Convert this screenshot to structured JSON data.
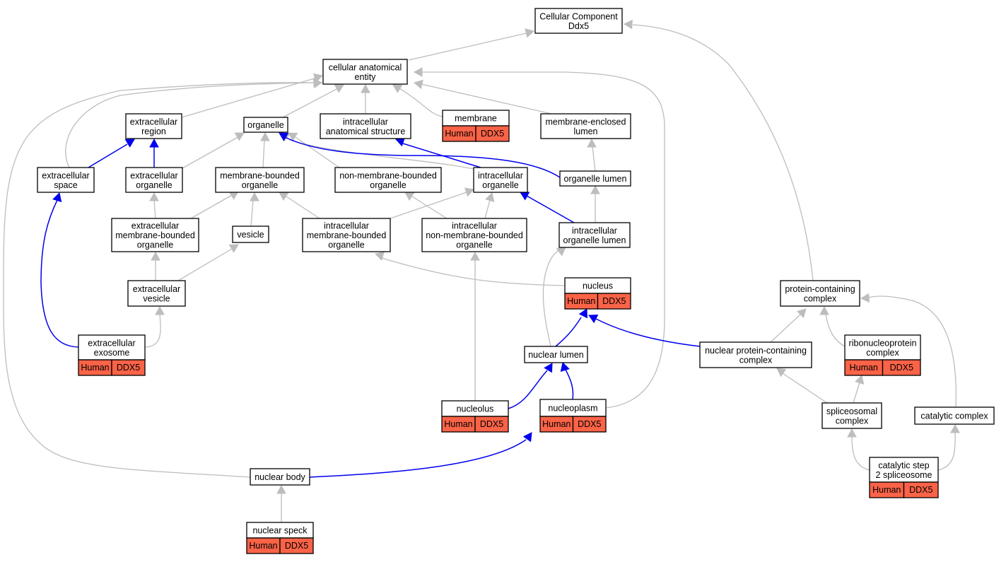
{
  "diagram": {
    "colors": {
      "annotation_fill": "#fa6347",
      "is_a_edge": "#bdbdbd",
      "part_of_edge": "#0000ee",
      "node_fill": "#ffffff"
    },
    "nodes": [
      {
        "id": "root",
        "lines": [
          "Cellular Component",
          "Ddx5"
        ]
      },
      {
        "id": "cae",
        "lines": [
          "cellular anatomical",
          "entity"
        ]
      },
      {
        "id": "extreg",
        "lines": [
          "extracellular",
          "region"
        ]
      },
      {
        "id": "organelle",
        "lines": [
          "organelle"
        ]
      },
      {
        "id": "ias",
        "lines": [
          "intracellular",
          "anatomical structure"
        ]
      },
      {
        "id": "membrane",
        "lines": [
          "membrane"
        ],
        "annotation": [
          "Human",
          "DDX5"
        ]
      },
      {
        "id": "mel",
        "lines": [
          "membrane-enclosed",
          "lumen"
        ]
      },
      {
        "id": "extspace",
        "lines": [
          "extracellular",
          "space"
        ]
      },
      {
        "id": "extorg",
        "lines": [
          "extracellular",
          "organelle"
        ]
      },
      {
        "id": "mbo",
        "lines": [
          "membrane-bounded",
          "organelle"
        ]
      },
      {
        "id": "nmbo",
        "lines": [
          "non-membrane-bounded",
          "organelle"
        ]
      },
      {
        "id": "intorg",
        "lines": [
          "intracellular",
          "organelle"
        ]
      },
      {
        "id": "orglumen",
        "lines": [
          "organelle lumen"
        ]
      },
      {
        "id": "embo",
        "lines": [
          "extracellular",
          "membrane-bounded",
          "organelle"
        ]
      },
      {
        "id": "vesicle",
        "lines": [
          "vesicle"
        ]
      },
      {
        "id": "imbo",
        "lines": [
          "intracellular",
          "membrane-bounded",
          "organelle"
        ]
      },
      {
        "id": "inmbo",
        "lines": [
          "intracellular",
          "non-membrane-bounded",
          "organelle"
        ]
      },
      {
        "id": "iol",
        "lines": [
          "intracellular",
          "organelle lumen"
        ]
      },
      {
        "id": "extves",
        "lines": [
          "extracellular",
          "vesicle"
        ]
      },
      {
        "id": "nucleus",
        "lines": [
          "nucleus"
        ],
        "annotation": [
          "Human",
          "DDX5"
        ]
      },
      {
        "id": "pcc",
        "lines": [
          "protein-containing",
          "complex"
        ]
      },
      {
        "id": "exosome",
        "lines": [
          "extracellular",
          "exosome"
        ],
        "annotation": [
          "Human",
          "DDX5"
        ]
      },
      {
        "id": "nuclumen",
        "lines": [
          "nuclear lumen"
        ]
      },
      {
        "id": "npcc",
        "lines": [
          "nuclear protein-containing",
          "complex"
        ]
      },
      {
        "id": "rnp",
        "lines": [
          "ribonucleoprotein",
          "complex"
        ],
        "annotation": [
          "Human",
          "DDX5"
        ]
      },
      {
        "id": "nucleolus",
        "lines": [
          "nucleolus"
        ],
        "annotation": [
          "Human",
          "DDX5"
        ]
      },
      {
        "id": "nucleoplasm",
        "lines": [
          "nucleoplasm"
        ],
        "annotation": [
          "Human",
          "DDX5"
        ]
      },
      {
        "id": "splice",
        "lines": [
          "spliceosomal",
          "complex"
        ]
      },
      {
        "id": "catcomplex",
        "lines": [
          "catalytic complex"
        ]
      },
      {
        "id": "cs2",
        "lines": [
          "catalytic step",
          "2 spliceosome"
        ],
        "annotation": [
          "Human",
          "DDX5"
        ]
      },
      {
        "id": "nucbody",
        "lines": [
          "nuclear body"
        ]
      },
      {
        "id": "speck",
        "lines": [
          "nuclear speck"
        ],
        "annotation": [
          "Human",
          "DDX5"
        ]
      }
    ],
    "edges": [
      {
        "from": "cae",
        "to": "root",
        "type": "is_a"
      },
      {
        "from": "pcc",
        "to": "root",
        "type": "is_a"
      },
      {
        "from": "extreg",
        "to": "cae",
        "type": "is_a"
      },
      {
        "from": "organelle",
        "to": "cae",
        "type": "is_a"
      },
      {
        "from": "ias",
        "to": "cae",
        "type": "is_a"
      },
      {
        "from": "membrane",
        "to": "cae",
        "type": "is_a"
      },
      {
        "from": "mel",
        "to": "cae",
        "type": "is_a"
      },
      {
        "from": "extspace",
        "to": "cae",
        "type": "is_a"
      },
      {
        "from": "nucbody",
        "to": "cae",
        "type": "is_a"
      },
      {
        "from": "nucleoplasm",
        "to": "cae",
        "type": "is_a"
      },
      {
        "from": "extspace",
        "to": "extreg",
        "type": "part_of"
      },
      {
        "from": "extorg",
        "to": "extreg",
        "type": "part_of"
      },
      {
        "from": "extorg",
        "to": "organelle",
        "type": "is_a"
      },
      {
        "from": "mbo",
        "to": "organelle",
        "type": "is_a"
      },
      {
        "from": "nmbo",
        "to": "organelle",
        "type": "is_a"
      },
      {
        "from": "intorg",
        "to": "organelle",
        "type": "is_a"
      },
      {
        "from": "orglumen",
        "to": "organelle",
        "type": "part_of"
      },
      {
        "from": "intorg",
        "to": "ias",
        "type": "part_of"
      },
      {
        "from": "orglumen",
        "to": "mel",
        "type": "is_a"
      },
      {
        "from": "embo",
        "to": "extorg",
        "type": "is_a"
      },
      {
        "from": "embo",
        "to": "mbo",
        "type": "is_a"
      },
      {
        "from": "vesicle",
        "to": "mbo",
        "type": "is_a"
      },
      {
        "from": "imbo",
        "to": "mbo",
        "type": "is_a"
      },
      {
        "from": "imbo",
        "to": "intorg",
        "type": "is_a"
      },
      {
        "from": "inmbo",
        "to": "nmbo",
        "type": "is_a"
      },
      {
        "from": "inmbo",
        "to": "intorg",
        "type": "is_a"
      },
      {
        "from": "iol",
        "to": "intorg",
        "type": "part_of"
      },
      {
        "from": "iol",
        "to": "orglumen",
        "type": "is_a"
      },
      {
        "from": "extves",
        "to": "embo",
        "type": "is_a"
      },
      {
        "from": "extves",
        "to": "vesicle",
        "type": "is_a"
      },
      {
        "from": "nucleus",
        "to": "imbo",
        "type": "is_a"
      },
      {
        "from": "exosome",
        "to": "extves",
        "type": "is_a"
      },
      {
        "from": "exosome",
        "to": "extspace",
        "type": "part_of"
      },
      {
        "from": "nuclumen",
        "to": "nucleus",
        "type": "part_of"
      },
      {
        "from": "nuclumen",
        "to": "iol",
        "type": "is_a"
      },
      {
        "from": "npcc",
        "to": "nucleus",
        "type": "part_of"
      },
      {
        "from": "npcc",
        "to": "pcc",
        "type": "is_a"
      },
      {
        "from": "rnp",
        "to": "pcc",
        "type": "is_a"
      },
      {
        "from": "catcomplex",
        "to": "pcc",
        "type": "is_a"
      },
      {
        "from": "nucleolus",
        "to": "inmbo",
        "type": "is_a"
      },
      {
        "from": "nucleolus",
        "to": "nuclumen",
        "type": "part_of"
      },
      {
        "from": "nucleoplasm",
        "to": "nuclumen",
        "type": "part_of"
      },
      {
        "from": "splice",
        "to": "npcc",
        "type": "is_a"
      },
      {
        "from": "splice",
        "to": "rnp",
        "type": "is_a"
      },
      {
        "from": "cs2",
        "to": "splice",
        "type": "is_a"
      },
      {
        "from": "cs2",
        "to": "catcomplex",
        "type": "is_a"
      },
      {
        "from": "nucbody",
        "to": "nucleoplasm",
        "type": "part_of"
      },
      {
        "from": "speck",
        "to": "nucbody",
        "type": "is_a"
      }
    ]
  }
}
